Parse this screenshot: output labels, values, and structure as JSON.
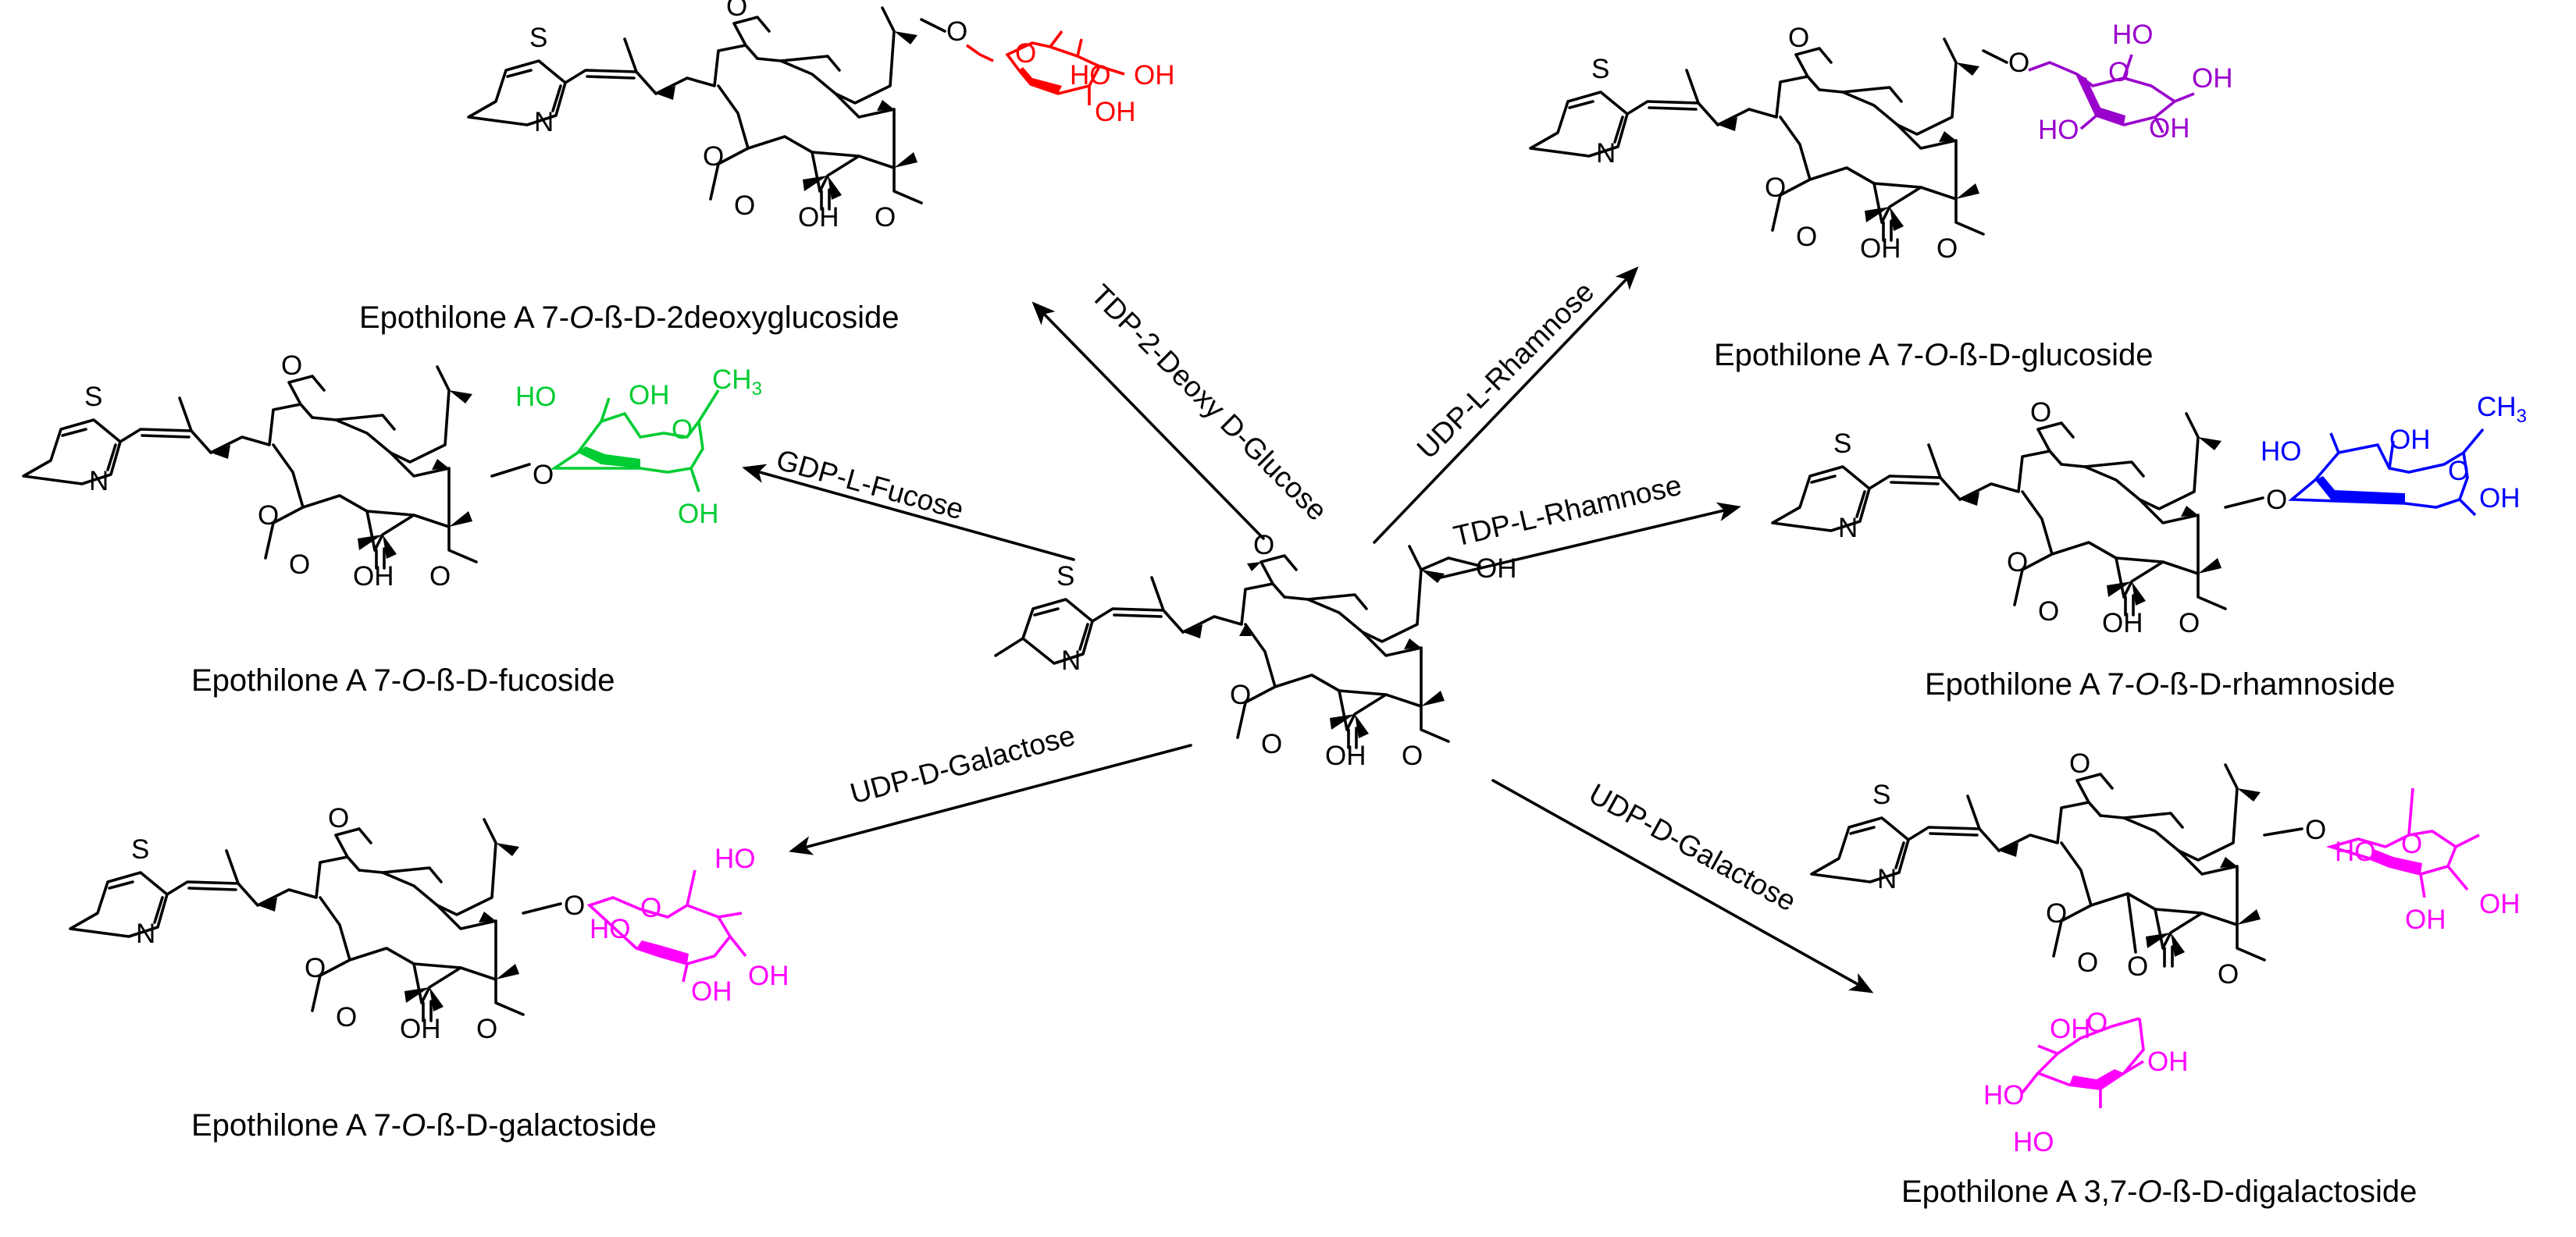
{
  "center": {
    "atoms": {
      "S": "S",
      "N": "N",
      "O": "O",
      "OH": "OH"
    }
  },
  "products": [
    {
      "id": "deoxyglucoside",
      "label_pre": "Epothilone A 7-",
      "label_o": "O",
      "label_post": "-ß-D-2deoxyglucoside",
      "sugar_color": "#FF0000"
    },
    {
      "id": "glucoside",
      "label_pre": "Epothilone A 7-",
      "label_o": "O",
      "label_post": "-ß-D-glucoside",
      "sugar_color": "#9900CC"
    },
    {
      "id": "fucoside",
      "label_pre": "Epothilone A 7-",
      "label_o": "O",
      "label_post": "-ß-D-fucoside",
      "sugar_color": "#00CC33"
    },
    {
      "id": "rhamnoside",
      "label_pre": "Epothilone A 7-",
      "label_o": "O",
      "label_post": "-ß-D-rhamnoside",
      "sugar_color": "#0000FF"
    },
    {
      "id": "galactoside",
      "label_pre": "Epothilone A 7-",
      "label_o": "O",
      "label_post": "-ß-D-galactoside",
      "sugar_color": "#FF00FF"
    },
    {
      "id": "digalactoside",
      "label_pre": "Epothilone A 3,7-",
      "label_o": "O",
      "label_post": "-ß-D-digalactoside",
      "sugar_color": "#FF00FF"
    }
  ],
  "reactions": [
    {
      "id": "r-deoxyglucose",
      "label": "TDP-2-Deoxy D-Glucose"
    },
    {
      "id": "r-udp-rhamnose",
      "label": "UDP-L-Rhamnose"
    },
    {
      "id": "r-fucose",
      "label": "GDP-L-Fucose"
    },
    {
      "id": "r-tdp-rhamnose",
      "label": "TDP-L-Rhamnose"
    },
    {
      "id": "r-galactose-left",
      "label": "UDP-D-Galactose"
    },
    {
      "id": "r-galactose-right",
      "label": "UDP-D-Galactose"
    }
  ],
  "sugar_atoms": {
    "deoxyglucoside": {
      "ring_O": "O",
      "HO": "HO",
      "OH1": "OH",
      "OH2": "OH"
    },
    "glucoside": {
      "ring_O": "O",
      "HO1": "HO",
      "HO2": "HO",
      "OH1": "OH",
      "OH2": "OH"
    },
    "fucoside": {
      "HO": "HO",
      "OH1": "OH",
      "ring_O": "O",
      "CH3": "CH",
      "CH3_sub": "3",
      "OH2": "OH"
    },
    "rhamnoside": {
      "HO": "HO",
      "OH1": "OH",
      "ring_O": "O",
      "CH3": "CH",
      "CH3_sub": "3",
      "OH2": "OH"
    },
    "galactoside": {
      "HO1": "HO",
      "HO2": "HO",
      "ring_O": "O",
      "OH1": "OH",
      "OH2": "OH"
    },
    "digalactoside_top": {
      "HO1": "HO",
      "ring_O": "O",
      "OH1": "OH",
      "OH2": "OH"
    },
    "digalactoside_bottom": {
      "OH1": "OH",
      "ring_O": "O",
      "OH2": "OH",
      "HO1": "HO",
      "HO2": "HO"
    }
  },
  "colors": {
    "ink": "#000000",
    "deoxyglucose": "#FF0000",
    "glucose": "#9900CC",
    "fucose": "#00CC33",
    "rhamnose": "#0000FF",
    "galactose": "#FF00FF"
  }
}
